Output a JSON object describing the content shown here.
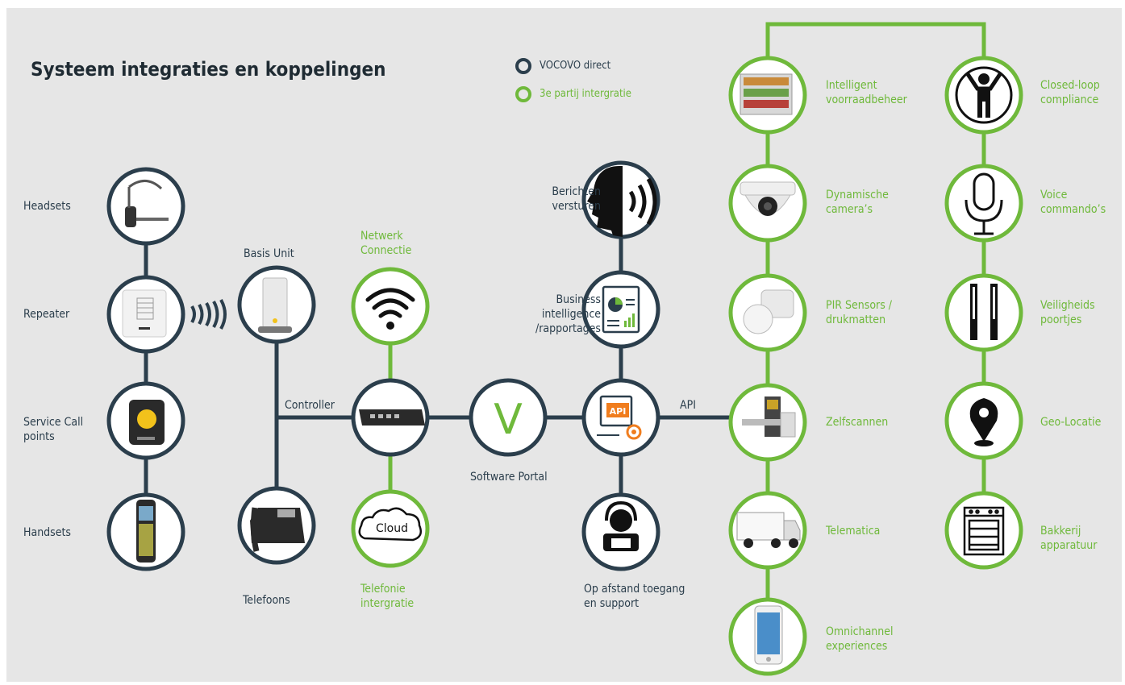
{
  "title": "Systeem integraties en koppelingen",
  "legend": [
    {
      "label": "VOCOVO direct",
      "color": "#2b3e4c"
    },
    {
      "label": "3e partij intergratie",
      "color": "#6fb93b"
    }
  ],
  "colors": {
    "vocovo": "#2b3e4c",
    "third_party": "#6fb93b",
    "background": "#e6e6e6"
  },
  "nodes": {
    "headsets": {
      "label": "Headsets",
      "icon": "headset-icon"
    },
    "repeater": {
      "label": "Repeater",
      "icon": "repeater-icon"
    },
    "service_call": {
      "label": "Service Call\npoints",
      "icon": "call-point-icon"
    },
    "handsets": {
      "label": "Handsets",
      "icon": "handset-icon"
    },
    "basis_unit": {
      "label": "Basis Unit",
      "icon": "base-unit-icon"
    },
    "controller": {
      "label": "Controller",
      "icon": "controller-icon"
    },
    "telefoons": {
      "label": "Telefoons",
      "icon": "desk-phone-icon"
    },
    "netwerk": {
      "label": "Netwerk\nConnectie",
      "icon": "wifi-icon"
    },
    "telefonie": {
      "label": "Telefonie\nintergratie",
      "icon": "cloud-icon",
      "icon_text": "Cloud"
    },
    "portal": {
      "label": "Software Portal",
      "icon": "vocovo-v-icon",
      "icon_text": "V"
    },
    "berichten": {
      "label": "Berichten\nversturen",
      "icon": "speaking-head-icon"
    },
    "bi": {
      "label": "Business\nintelligence\n/rapportages",
      "icon": "report-icon"
    },
    "api": {
      "label": "API",
      "icon": "api-icon",
      "icon_text": "API"
    },
    "support": {
      "label": "Op afstand toegang\nen support",
      "icon": "support-agent-icon"
    },
    "voorraad": {
      "label": "Intelligent\nvoorraadbeheer",
      "icon": "shelf-icon"
    },
    "camera": {
      "label": "Dynamische\ncamera’s",
      "icon": "camera-icon"
    },
    "pir": {
      "label": "PIR Sensors /\ndrukmatten",
      "icon": "pir-sensor-icon"
    },
    "zelfscan": {
      "label": "Zelfscannen",
      "icon": "kiosk-icon"
    },
    "telematica": {
      "label": "Telematica",
      "icon": "truck-icon"
    },
    "omnichannel": {
      "label": "Omnichannel\nexperiences",
      "icon": "smartphone-icon"
    },
    "compliance": {
      "label": "Closed-loop\ncompliance",
      "icon": "person-icon"
    },
    "voice": {
      "label": "Voice\ncommando’s",
      "icon": "microphone-icon"
    },
    "poortjes": {
      "label": "Veiligheids\npoortjes",
      "icon": "security-gate-icon"
    },
    "geo": {
      "label": "Geo-Locatie",
      "icon": "location-pin-icon"
    },
    "bakkerij": {
      "label": "Bakkerij\napparatuur",
      "icon": "oven-icon"
    }
  }
}
